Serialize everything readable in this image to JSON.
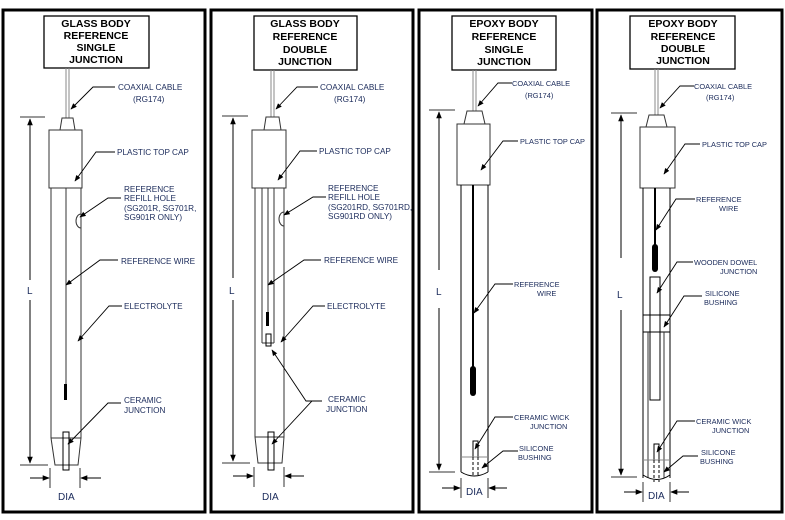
{
  "diagram": {
    "panels": [
      {
        "title": [
          "GLASS BODY",
          "REFERENCE",
          "SINGLE",
          "JUNCTION"
        ],
        "labels": {
          "cable": [
            "COAXIAL CABLE",
            "(RG174)"
          ],
          "cap": [
            "PLASTIC TOP CAP"
          ],
          "refill": [
            "REFERENCE",
            "REFILL HOLE",
            "(SG201R, SG701R,",
            " SG901R ONLY)"
          ],
          "wire": [
            "REFERENCE WIRE"
          ],
          "electrolyte": [
            "ELECTROLYTE"
          ],
          "junction": [
            "CERAMIC",
            "JUNCTION"
          ]
        },
        "dim_length": "L",
        "dim_diameter": "DIA"
      },
      {
        "title": [
          "GLASS BODY",
          "REFERENCE",
          "DOUBLE",
          "JUNCTION"
        ],
        "labels": {
          "cable": [
            "COAXIAL CABLE",
            "(RG174)"
          ],
          "cap": [
            "PLASTIC TOP CAP"
          ],
          "refill": [
            "REFERENCE",
            "REFILL HOLE",
            "(SG201RD, SG701RD,",
            " SG901RD ONLY)"
          ],
          "wire": [
            "REFERENCE WIRE"
          ],
          "electrolyte": [
            "ELECTROLYTE"
          ],
          "junction": [
            "CERAMIC",
            "JUNCTION"
          ]
        },
        "dim_length": "L",
        "dim_diameter": "DIA"
      },
      {
        "title": [
          "EPOXY BODY",
          "REFERENCE",
          "SINGLE",
          "JUNCTION"
        ],
        "labels": {
          "cable": [
            "COAXIAL CABLE",
            "(RG174)"
          ],
          "cap": [
            "PLASTIC TOP CAP"
          ],
          "wire": [
            "REFERENCE",
            "WIRE"
          ],
          "wick": [
            "CERAMIC WICK",
            "JUNCTION"
          ],
          "bushing": [
            "SILICONE",
            "BUSHING"
          ]
        },
        "dim_length": "L",
        "dim_diameter": "DIA"
      },
      {
        "title": [
          "EPOXY BODY",
          "REFERENCE",
          "DOUBLE",
          "JUNCTION"
        ],
        "labels": {
          "cable": [
            "COAXIAL CABLE",
            "(RG174)"
          ],
          "cap": [
            "PLASTIC TOP CAP"
          ],
          "wire": [
            "REFERENCE",
            "WIRE"
          ],
          "dowel": [
            "WOODEN DOWEL",
            "JUNCTION"
          ],
          "bushing_mid": [
            "SILICONE",
            "BUSHING"
          ],
          "wick": [
            "CERAMIC WICK",
            "JUNCTION"
          ],
          "bushing": [
            "SILICONE",
            "BUSHING"
          ]
        },
        "dim_length": "L",
        "dim_diameter": "DIA"
      }
    ]
  }
}
